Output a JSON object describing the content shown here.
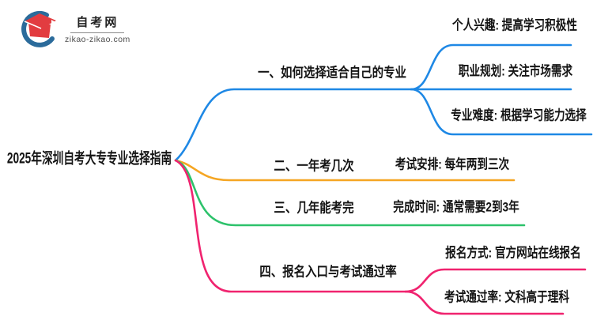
{
  "logo": {
    "title": "自考网",
    "url": "zikao-zikao.com",
    "icon": "graduation-cap-icon",
    "cap_color": "#e23c40",
    "swoosh_color": "#2b6b9b"
  },
  "colors": {
    "blue": "#1e88e5",
    "orange": "#f5a623",
    "green": "#2dc26b",
    "pink": "#f0236f",
    "text": "#141414"
  },
  "mindmap": {
    "root": "2025年深圳自考大专专业选择指南",
    "branches": [
      {
        "label": "一、如何选择适合自己的专业",
        "color": "#1e88e5",
        "children": [
          "个人兴趣: 提高学习积极性",
          "职业规划: 关注市场需求",
          "专业难度: 根据学习能力选择"
        ]
      },
      {
        "label": "二、一年考几次",
        "color": "#f5a623",
        "children": [
          "考试安排: 每年两到三次"
        ]
      },
      {
        "label": "三、几年能考完",
        "color": "#2dc26b",
        "children": [
          "完成时间: 通常需要2到3年"
        ]
      },
      {
        "label": "四、报名入口与考试通过率",
        "color": "#f0236f",
        "children": [
          "报名方式: 官方网站在线报名",
          "考试通过率: 文科高于理科"
        ]
      }
    ]
  }
}
